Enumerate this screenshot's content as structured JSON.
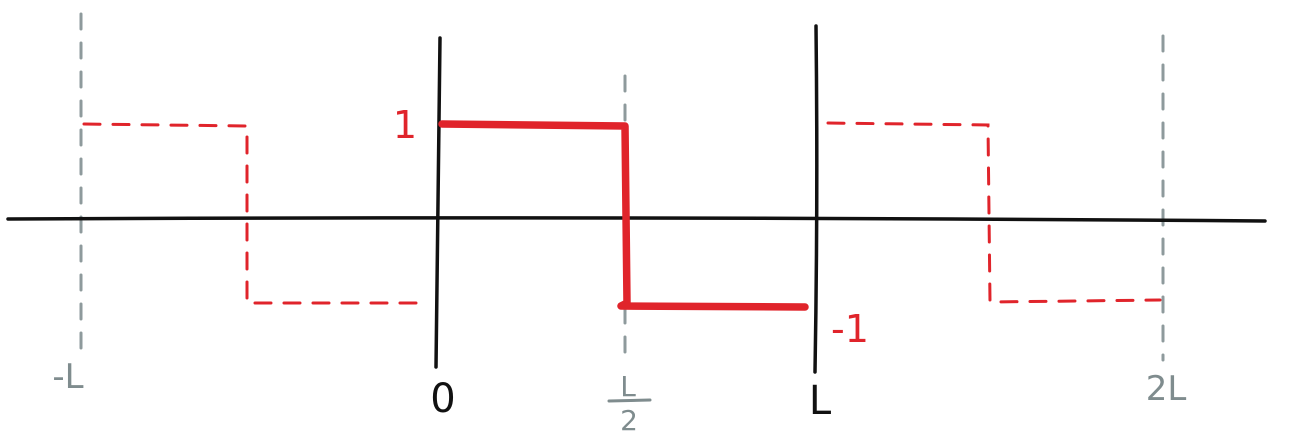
{
  "diagram": {
    "labels": {
      "y_pos": "1",
      "y_neg": "-1",
      "x_neg_L": "-L",
      "x_zero": "0",
      "x_half_num": "L",
      "x_half_den": "2",
      "x_L": "L",
      "x_2L": "2L"
    },
    "colors": {
      "axis": "#111111",
      "signal": "#e0242b",
      "guide": "#8e9a9c",
      "guide_label": "#7f8c8e",
      "ink": "#111111"
    }
  }
}
